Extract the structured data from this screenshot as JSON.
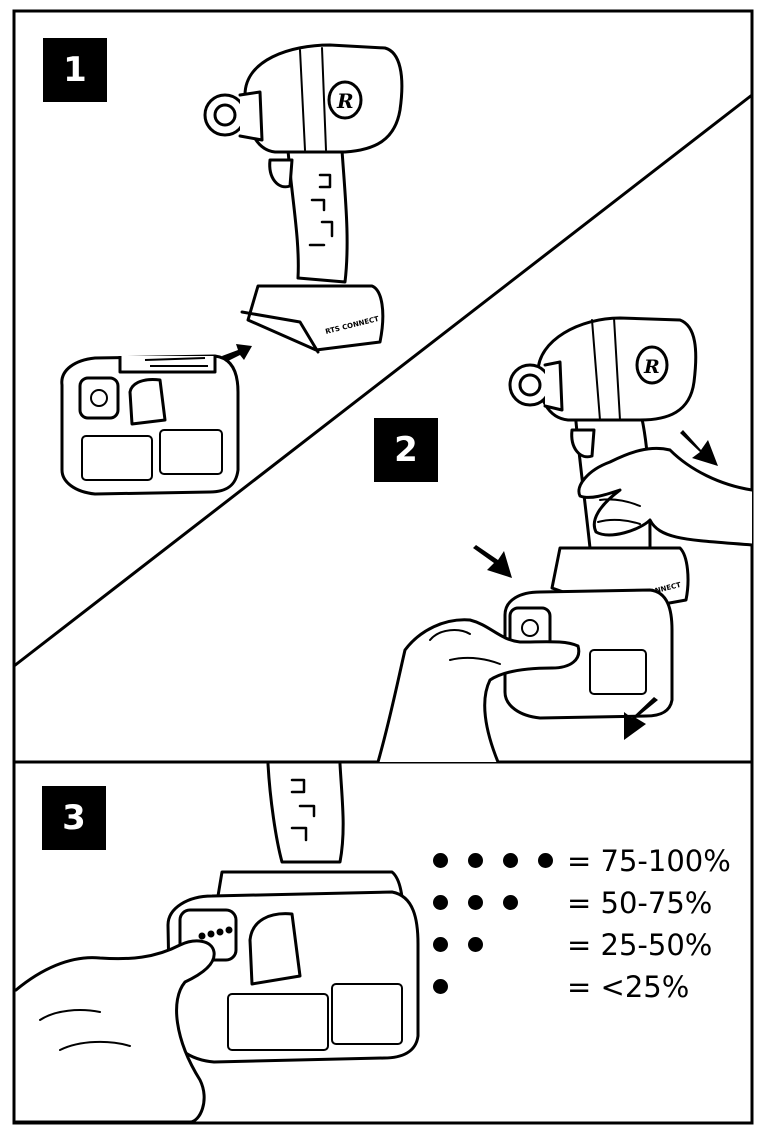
{
  "steps": [
    {
      "number": "1",
      "image": "insert-battery-illustration"
    },
    {
      "number": "2",
      "image": "release-battery-illustration"
    },
    {
      "number": "3",
      "image": "check-charge-illustration"
    }
  ],
  "tool_label": "RTS CONNECT",
  "charge_legend": [
    {
      "dots": 4,
      "label": "= 75-100%"
    },
    {
      "dots": 3,
      "label": "= 50-75%"
    },
    {
      "dots": 2,
      "label": "= 25-50%"
    },
    {
      "dots": 1,
      "label": "= <25%"
    }
  ],
  "colors": {
    "ink": "#000000",
    "paper": "#ffffff"
  }
}
